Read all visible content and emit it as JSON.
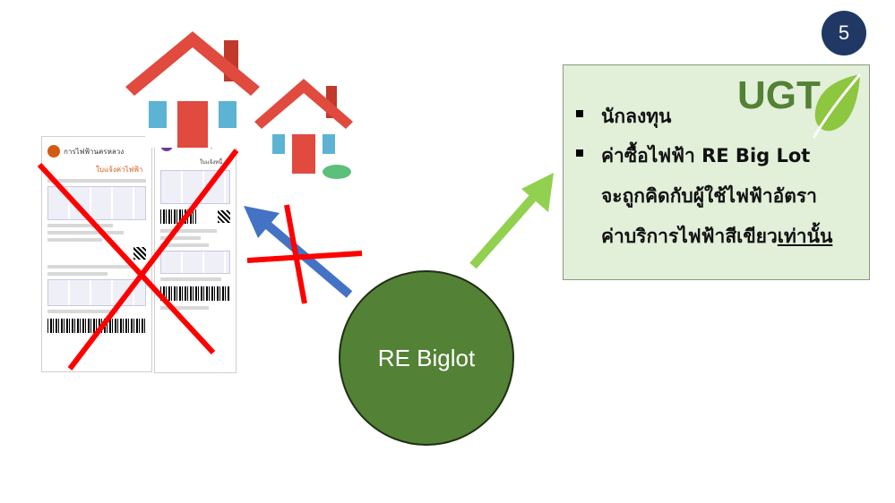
{
  "slide": {
    "page_number": "5",
    "ugt_label": "UGT",
    "circle_label": "RE Biglot",
    "bullets": [
      {
        "text": "นักลงทุน"
      },
      {
        "text": "ค่าซื้อไฟฟ้า RE Big Lot"
      }
    ],
    "bullet2_lines": [
      "จะถูกคิดกับผู้ใช้ไฟฟ้าอัตรา",
      "ค่าบริการไฟฟ้าสีเขียว"
    ],
    "bullet2_underlined": "เท่านั้น",
    "bill_left_title": "การไฟฟ้านครหลวง",
    "bill_left_subtitle": "ใบแจ้งค่าไฟฟ้า",
    "bill_right_title": "การไฟฟ้าส่วนภูมิภาค",
    "bill_right_subtitle": "ใบแจ้งหนี้"
  },
  "colors": {
    "badge": "#1f3864",
    "circle": "#538135",
    "ugt_text": "#538135",
    "ugt_box": "#e2efd9",
    "arrow_blue": "#4472c4",
    "arrow_green": "#92d050",
    "cross_red": "#ff0000",
    "house_roof": "#e04a3f",
    "house_door": "#e04a3f",
    "house_window": "#5cb3d3"
  },
  "icons": [
    "house-icon",
    "leaf-icon",
    "electricity-bill-icon",
    "cross-icon"
  ]
}
